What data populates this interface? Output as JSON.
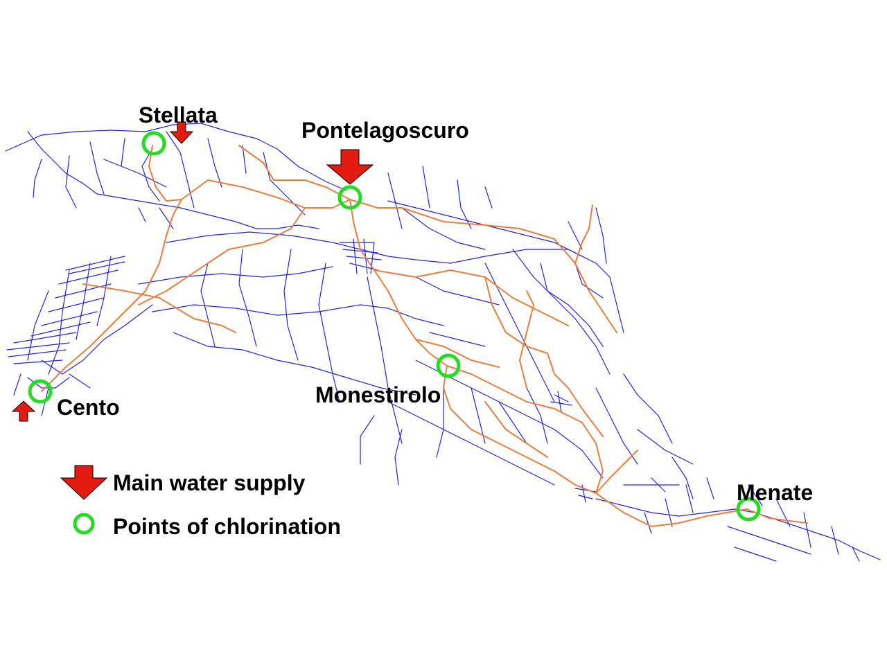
{
  "colors": {
    "distribution": "#2323e6",
    "main_line": "#ee7d3a",
    "chlorination": "#22dd22",
    "supply": "#e21a10"
  },
  "places": {
    "stellata": "Stellata",
    "pontelagoscuro": "Pontelagoscuro",
    "cento": "Cento",
    "monestirolo": "Monestirolo",
    "menate": "Menate"
  },
  "legend": {
    "supply_label": "Main water supply",
    "chlorination_label": "Points of chlorination"
  }
}
